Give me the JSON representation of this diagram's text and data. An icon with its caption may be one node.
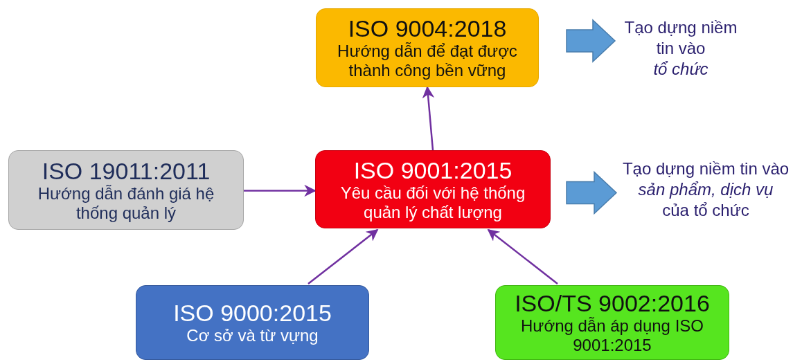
{
  "diagram": {
    "nodes": [
      {
        "text": [
          "ISO 9004:2018",
          "Hướng dẫn để đạt được thành công bền vững"
        ]
      },
      {
        "text": [
          "Tạo dựng niềm tin vào *tổ chức*"
        ]
      },
      {
        "text": [
          "ISO 19011:2011",
          "Hướng dẫn đánh giá hệ thống quản lý"
        ]
      },
      {
        "text": [
          "ISO 9001:2015",
          "Yêu cầu đối với hệ thống quản lý chất lượng"
        ]
      },
      {
        "text": [
          "Tạo dựng niềm tin vào *sản phẩm, dịch vụ* của tổ chức"
        ]
      },
      {
        "text": [
          "ISO 9000:2015",
          "Cơ sở và từ vựng"
        ]
      },
      {
        "text": [
          "ISO/TS 9002:2016",
          "Hướng dẫn áp dụng ISO 9001:2015"
        ]
      }
    ],
    "edges": [
      {
        "from": 0,
        "to": 1,
        "arrow": "to",
        "style": "thick",
        "color": "#5b9bd5"
      },
      {
        "from": 3,
        "to": 0,
        "arrow": "to"
      },
      {
        "from": 2,
        "to": 3,
        "arrow": "to"
      },
      {
        "from": 3,
        "to": 4,
        "arrow": "to",
        "style": "thick",
        "color": "#5b9bd5"
      },
      {
        "from": 5,
        "to": 3,
        "arrow": "to"
      },
      {
        "from": 6,
        "to": 3,
        "arrow": "to"
      }
    ]
  }
}
